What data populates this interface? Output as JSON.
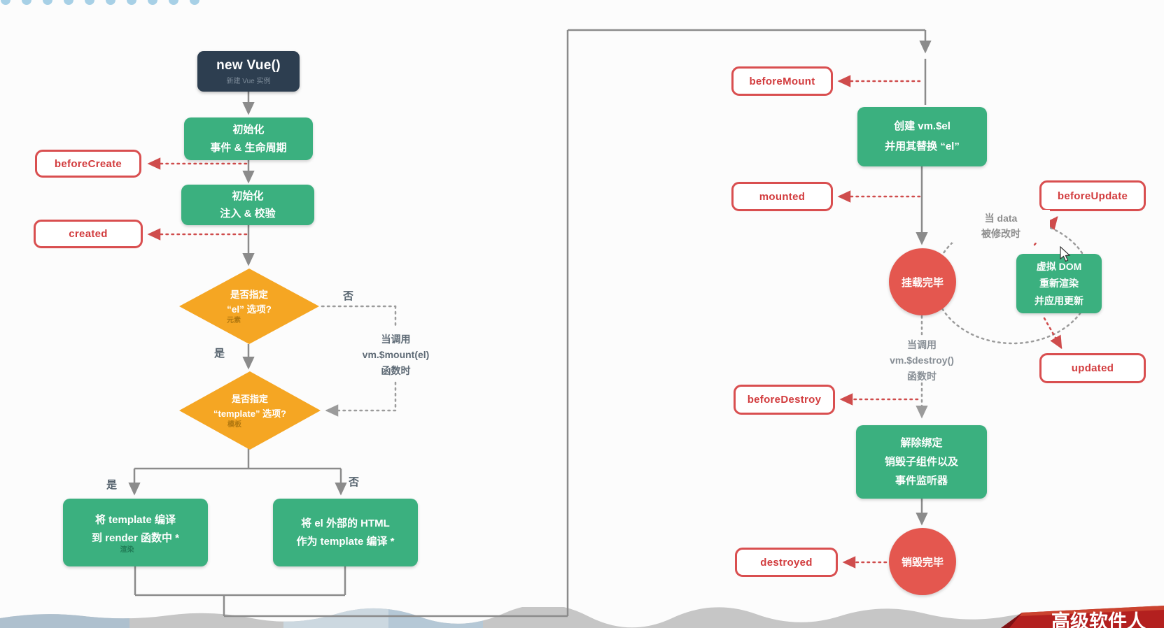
{
  "colors": {
    "brand_green": "#3bb07f",
    "navy": "#2d3e50",
    "orange": "#f5a623",
    "hook_red": "#d23c3e",
    "state_red": "#e4574f",
    "connector_gray": "#8b8b8b",
    "banner_red": "#b3201f"
  },
  "root": {
    "title": "new Vue()",
    "subtitle": "新建 Vue 实例"
  },
  "hooks": {
    "beforeCreate": "beforeCreate",
    "created": "created",
    "beforeMount": "beforeMount",
    "mounted": "mounted",
    "beforeUpdate": "beforeUpdate",
    "updated": "updated",
    "beforeDestroy": "beforeDestroy",
    "destroyed": "destroyed"
  },
  "process": {
    "init_lifecycle": {
      "line1": "初始化",
      "line2": "事件 & 生命周期"
    },
    "init_injections": {
      "line1": "初始化",
      "line2": "注入 & 校验"
    },
    "create_el": {
      "line1": "创建 vm.$el",
      "line2": "并用其替换 “el”"
    },
    "vdom_rerender": {
      "line1": "虚拟 DOM",
      "line2": "重新渲染",
      "line3": "并应用更新"
    },
    "teardown": {
      "line1": "解除绑定",
      "line2": "销毁子组件以及",
      "line3": "事件监听器"
    },
    "compile_template": {
      "line1": "将 template 编译",
      "line2": "到 render 函数中 *",
      "note": "渲染"
    },
    "compile_outer_html": {
      "line1": "将 el 外部的 HTML",
      "line2": "作为 template 编译 *"
    }
  },
  "decisions": {
    "has_el": {
      "line1": "是否指定",
      "line2": "“el” 选项?",
      "note": "元素"
    },
    "has_template": {
      "line1": "是否指定",
      "line2": "“template” 选项?",
      "note": "模板"
    }
  },
  "states": {
    "mounted_done": "挂载完毕",
    "destroyed_done": "销毁完毕"
  },
  "labels": {
    "yes": "是",
    "no": "否",
    "mount_call": {
      "line1": "当调用",
      "line2": "vm.$mount(el)",
      "line3": "函数时"
    },
    "data_changed": {
      "line1": "当 data",
      "line2": "被修改时"
    },
    "destroy_call": {
      "line1": "当调用",
      "line2": "vm.$destroy()",
      "line3": "函数时"
    }
  },
  "banner": {
    "text": "高级软件人"
  }
}
